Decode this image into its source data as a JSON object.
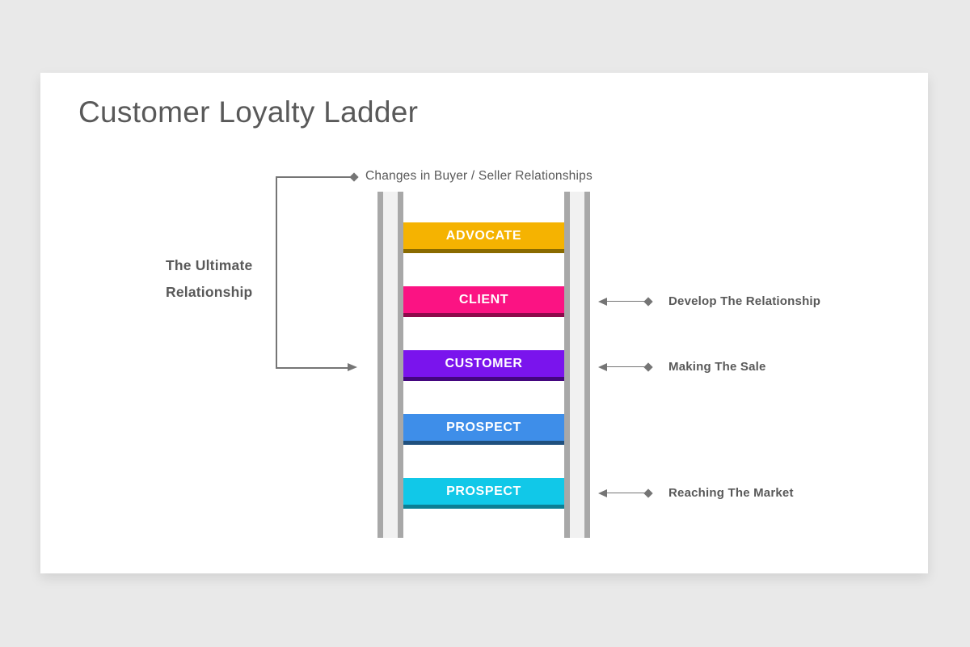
{
  "slide": {
    "title": "Customer Loyalty Ladder"
  },
  "annotations": {
    "top": "Changes in Buyer / Seller Relationships",
    "left_line1": "The Ultimate",
    "left_line2": "Relationship",
    "right": [
      {
        "label": "Develop The Relationship"
      },
      {
        "label": "Making The Sale"
      },
      {
        "label": "Reaching The Market"
      }
    ]
  },
  "ladder": {
    "rungs": [
      {
        "label": "ADVOCATE",
        "color": "#F5B301",
        "shade": "#8A6B00"
      },
      {
        "label": "CLIENT",
        "color": "#FB1383",
        "shade": "#8E0A4B"
      },
      {
        "label": "CUSTOMER",
        "color": "#7A14ED",
        "shade": "#44067F"
      },
      {
        "label": "PROSPECT",
        "color": "#3E8EE9",
        "shade": "#20507E"
      },
      {
        "label": "PROSPECT",
        "color": "#11C8E8",
        "shade": "#0C7F94"
      }
    ]
  },
  "colors": {
    "background": "#E9E9E9",
    "card": "#FFFFFF",
    "text": "#595959",
    "line": "#757575",
    "rail_outer": "#A8A8A8",
    "rail_inner": "#F1F1F1",
    "rung_text": "#FFFFFF"
  }
}
